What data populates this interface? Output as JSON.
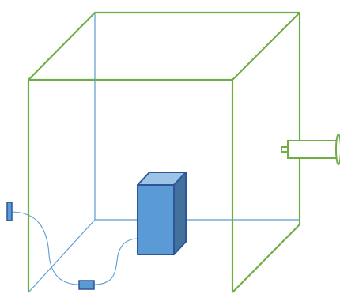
{
  "diagram": {
    "colors": {
      "background": "#ffffff",
      "box_edges": "#70ad47",
      "hidden_edges": "#5b9bd5",
      "device_front": "#5b9bd5",
      "device_top": "#9dc3e6",
      "device_side": "#41719c",
      "device_outline": "#2f5597",
      "cable": "#5b9bd5",
      "probe": "#70ad47"
    },
    "components": [
      {
        "id": "enclosure",
        "kind": "wireframe-box",
        "label": ""
      },
      {
        "id": "device",
        "kind": "blue-block",
        "label": ""
      },
      {
        "id": "wall-sensor",
        "kind": "small-rectangle",
        "label": ""
      },
      {
        "id": "floor-sensor",
        "kind": "small-rectangle",
        "label": ""
      },
      {
        "id": "side-probe",
        "kind": "cylinder",
        "label": ""
      }
    ]
  }
}
